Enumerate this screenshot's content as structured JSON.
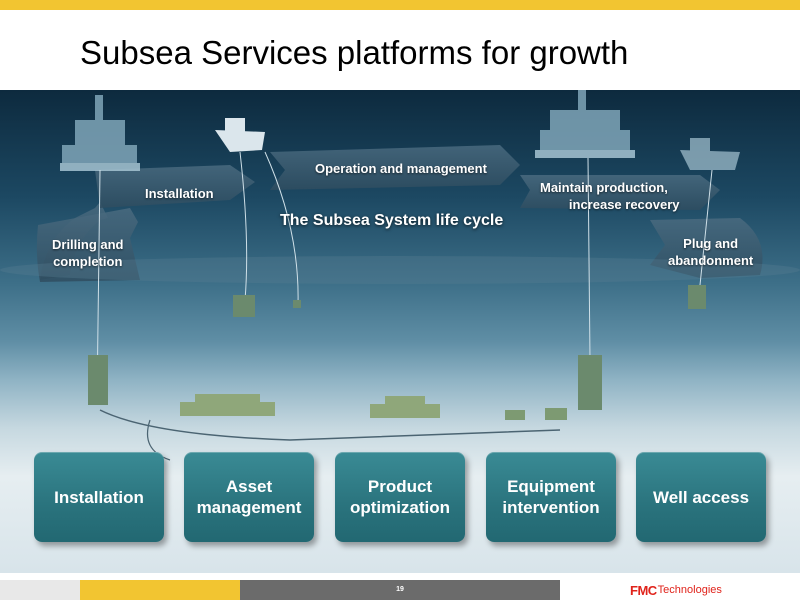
{
  "title": "Subsea Services platforms for growth",
  "diagram": {
    "lifecycle_label": "The Subsea System life cycle",
    "stages": [
      {
        "label": "Drilling and\ncompletion"
      },
      {
        "label": "Installation"
      },
      {
        "label": "Operation and management"
      },
      {
        "label": "Maintain production,\n        increase recovery"
      },
      {
        "label": "Plug and\nabandonment"
      }
    ]
  },
  "services": [
    {
      "label": "Installation"
    },
    {
      "label": "Asset\nmanagement"
    },
    {
      "label": "Product\noptimization"
    },
    {
      "label": "Equipment\nintervention"
    },
    {
      "label": "Well access"
    }
  ],
  "footer": {
    "page_number": "19",
    "logo_brand": "FMC",
    "logo_suffix": "Technologies"
  },
  "colors": {
    "accent_yellow": "#f2c531",
    "service_teal": "#2a737d",
    "footer_gray": "#6b6b6b",
    "logo_red": "#e0231b"
  }
}
